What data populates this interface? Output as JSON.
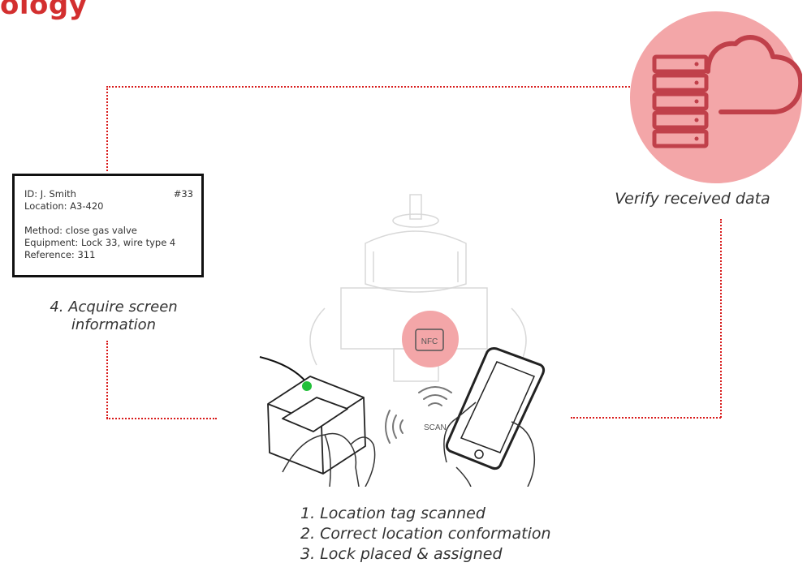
{
  "header": {
    "title_fragment": "ology"
  },
  "cloud": {
    "caption": "Verify received data",
    "circle_color": "#f3a6a8",
    "icon_color": "#c0404a"
  },
  "screen": {
    "id_line": "ID: J. Smith",
    "number": "#33",
    "location_line": "Location: A3-420",
    "method_line": "Method: close gas valve",
    "equipment_line": "Equipment: Lock 33, wire type 4",
    "reference_line": "Reference: 311",
    "caption_line1": "4. Acquire screen",
    "caption_line2": "information"
  },
  "scene": {
    "nfc_label": "NFC",
    "scan_label": "SCAN",
    "led_color": "#22c03a",
    "nfc_circle_color": "#f3a6a8"
  },
  "steps": [
    "1. Location tag scanned",
    "2. Correct location conformation",
    "3. Lock placed & assigned"
  ],
  "colors": {
    "accent": "#d32f2f",
    "connector": "#d81b1b"
  }
}
